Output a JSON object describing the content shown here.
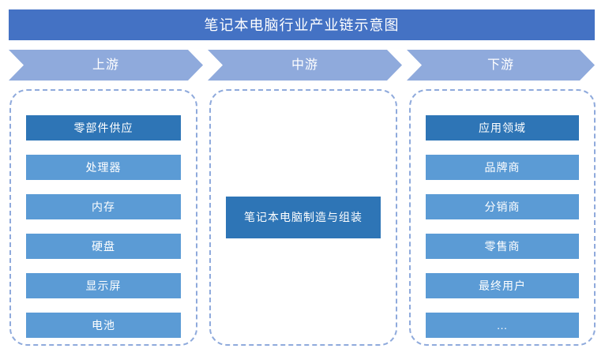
{
  "header": {
    "title": "笔记本电脑行业产业链示意图"
  },
  "stages": [
    {
      "key": "upstream",
      "label": "上游"
    },
    {
      "key": "midstream",
      "label": "中游"
    },
    {
      "key": "downstream",
      "label": "下游"
    }
  ],
  "columns": {
    "upstream": {
      "header_label": "零部件供应",
      "items": [
        {
          "label": "处理器"
        },
        {
          "label": "内存"
        },
        {
          "label": "硬盘"
        },
        {
          "label": "显示屏"
        },
        {
          "label": "电池"
        }
      ]
    },
    "midstream": {
      "core_label": "笔记本电脑制造与组装"
    },
    "downstream": {
      "header_label": "应用领域",
      "items": [
        {
          "label": "品牌商"
        },
        {
          "label": "分销商"
        },
        {
          "label": "零售商"
        },
        {
          "label": "最终用户"
        },
        {
          "label": "…"
        }
      ]
    }
  },
  "colors": {
    "title_banner": "#4472C4",
    "chevron": "#8FAADC",
    "box_header": "#2E75B6",
    "box_item": "#5B9BD5",
    "dashed_border": "#8FAADC",
    "text_on_fill": "#FFFFFF",
    "background": "#FFFFFF"
  }
}
